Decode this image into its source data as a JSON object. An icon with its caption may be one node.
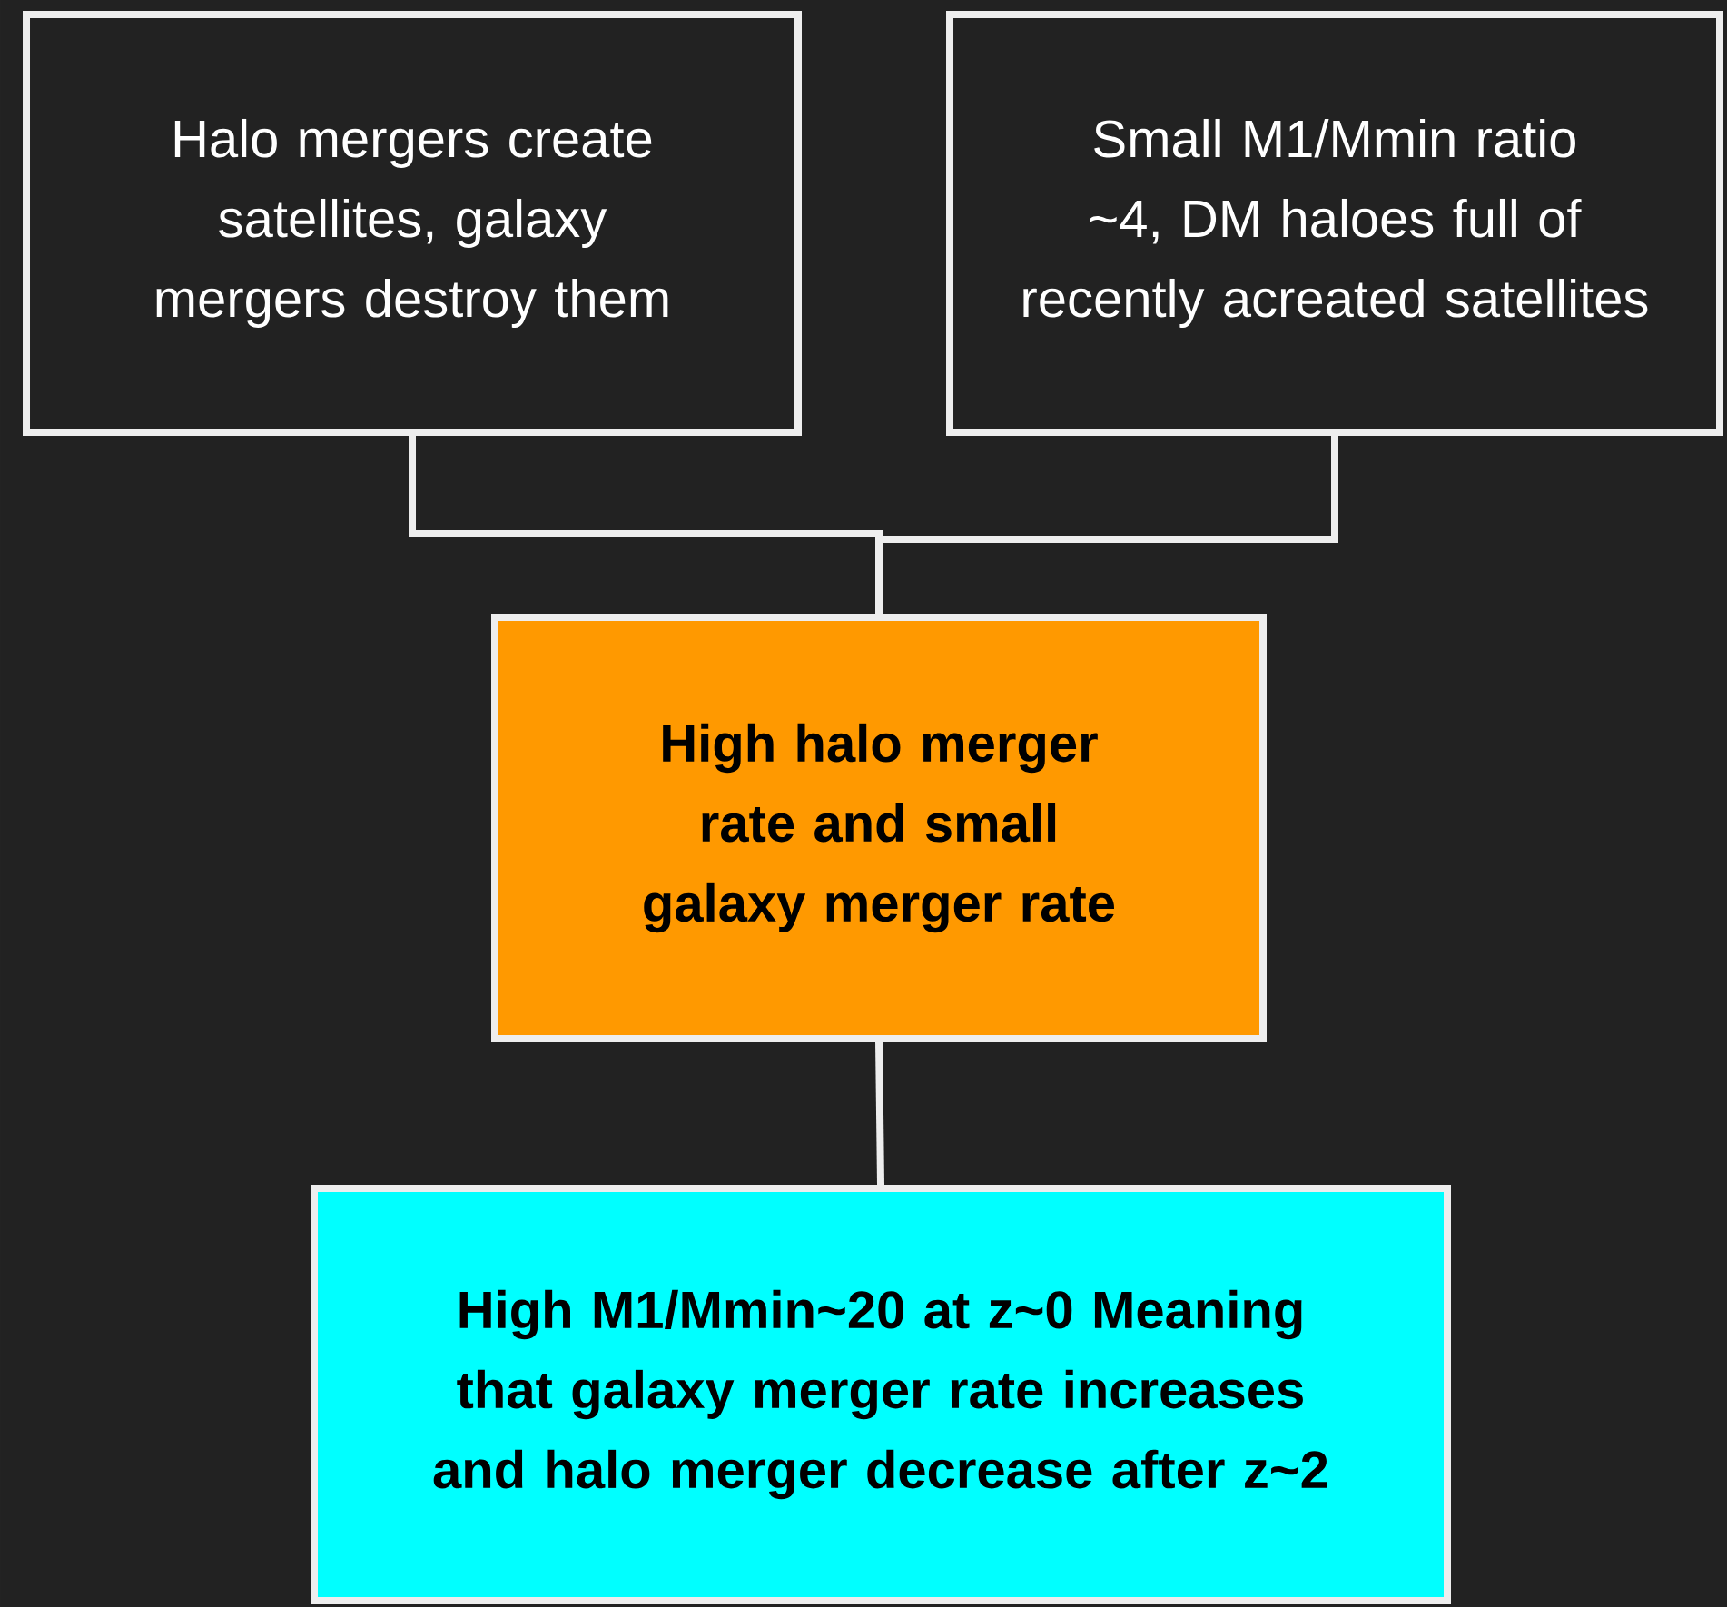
{
  "diagram": {
    "nodes": [
      {
        "text": [
          "Halo mergers create satellites, galaxy mergers destroy them"
        ]
      },
      {
        "text": [
          "Small M1/Mmin ratio ~4, DM haloes full of recently acreated satellites"
        ]
      },
      {
        "text": [
          "High halo merger rate and small galaxy merger rate"
        ]
      },
      {
        "text": [
          "High M1/Mmin~20 at z~0 Meaning that galaxy merger rate increases and halo merger decrease after z~2"
        ]
      }
    ],
    "edges": [
      {
        "from": 0,
        "to": 2,
        "arrow": "none"
      },
      {
        "from": 1,
        "to": 2,
        "arrow": "none"
      },
      {
        "from": 2,
        "to": 3,
        "arrow": "none"
      }
    ]
  }
}
